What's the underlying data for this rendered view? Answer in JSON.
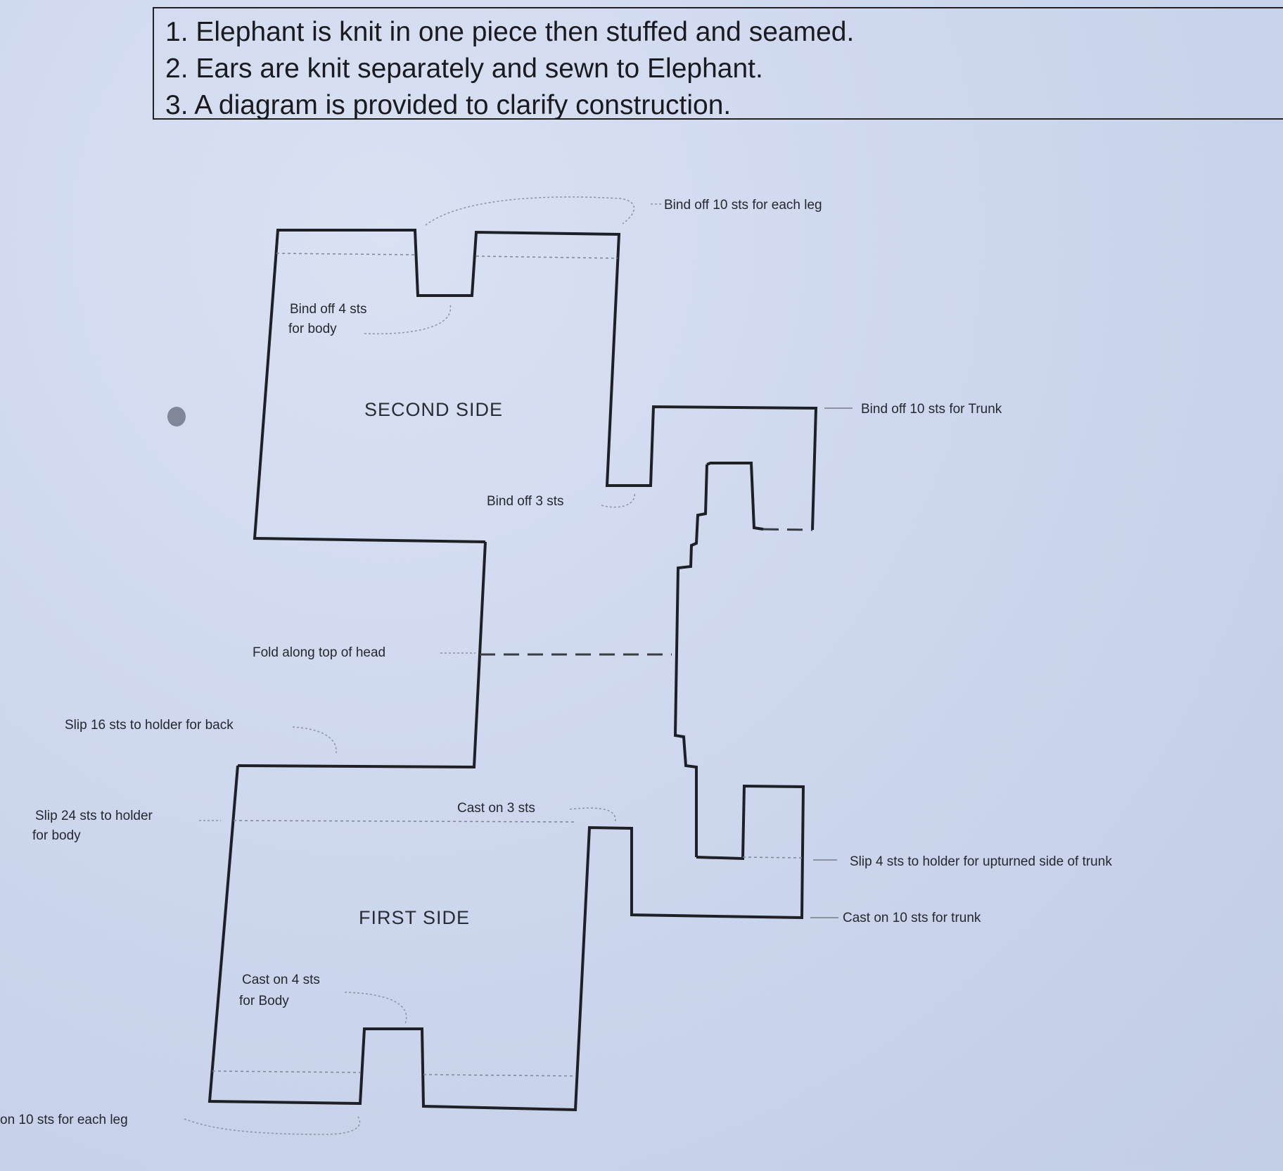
{
  "notes": [
    "1. Elephant is knit in one piece then stuffed and seamed.",
    "2. Ears are knit separately and sewn to Elephant.",
    "3. A diagram is provided to clarify construction."
  ],
  "diagram": {
    "section_labels": {
      "second_side": "SECOND SIDE",
      "first_side": "FIRST SIDE"
    },
    "annotations": {
      "bind_off_legs": "Bind off 10 sts for each leg",
      "bind_off_body_1": "Bind off 4 sts",
      "bind_off_body_2": "for body",
      "bind_off_trunk": "Bind off 10 sts for Trunk",
      "bind_off_3": "Bind off 3 sts",
      "fold": "Fold along top of head",
      "slip_16": "Slip 16 sts to holder for back",
      "slip_24_1": "Slip 24 sts to holder",
      "slip_24_2": "for body",
      "cast_on_3": "Cast on 3 sts",
      "slip_4": "Slip 4 sts to holder for upturned side of trunk",
      "cast_on_trunk": "Cast on 10 sts for trunk",
      "cast_on_body_1": "Cast on 4 sts",
      "cast_on_body_2": "for Body",
      "cast_on_legs": "on 10 sts for each leg"
    }
  }
}
